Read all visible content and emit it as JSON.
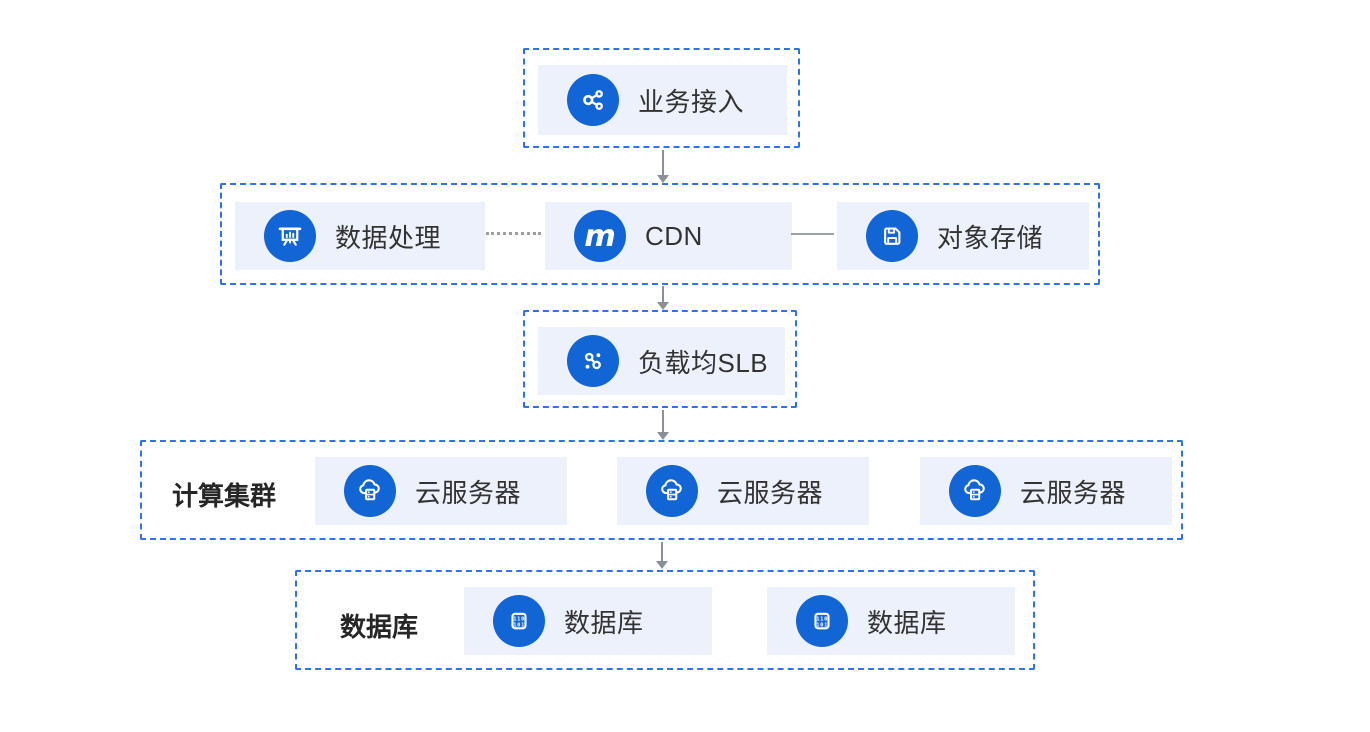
{
  "colors": {
    "icon_blue": "#1165d5",
    "dashed_border_blue": "#2e74e8",
    "node_background": "#edf1fb",
    "label_text": "#333333",
    "connector_gray": "#8a8f99"
  },
  "nodes": {
    "access": {
      "label": "业务接入",
      "icon": "share-icon"
    },
    "data_processing": {
      "label": "数据处理",
      "icon": "presentation-chart-icon"
    },
    "cdn": {
      "label": "CDN",
      "icon": "m-logo-icon"
    },
    "object_storage": {
      "label": "对象存储",
      "icon": "floppy-disk-icon"
    },
    "slb": {
      "label": "负载均SLB",
      "icon": "load-balancer-icon"
    },
    "compute_cluster": {
      "group_label": "计算集群",
      "icon": "cloud-server-icon",
      "servers": [
        {
          "label": "云服务器"
        },
        {
          "label": "云服务器"
        },
        {
          "label": "云服务器"
        }
      ]
    },
    "database_cluster": {
      "group_label": "数据库",
      "icon": "database-icon",
      "databases": [
        {
          "label": "数据库"
        },
        {
          "label": "数据库"
        }
      ]
    }
  },
  "connections": [
    {
      "from": "业务接入",
      "to": "CDN层",
      "style": "arrow-down"
    },
    {
      "from": "数据处理",
      "to": "CDN",
      "style": "dotted-line"
    },
    {
      "from": "CDN",
      "to": "对象存储",
      "style": "solid-line"
    },
    {
      "from": "CDN层",
      "to": "负载均SLB",
      "style": "arrow-down"
    },
    {
      "from": "负载均SLB",
      "to": "计算集群",
      "style": "arrow-down"
    },
    {
      "from": "计算集群",
      "to": "数据库",
      "style": "arrow-down"
    }
  ]
}
